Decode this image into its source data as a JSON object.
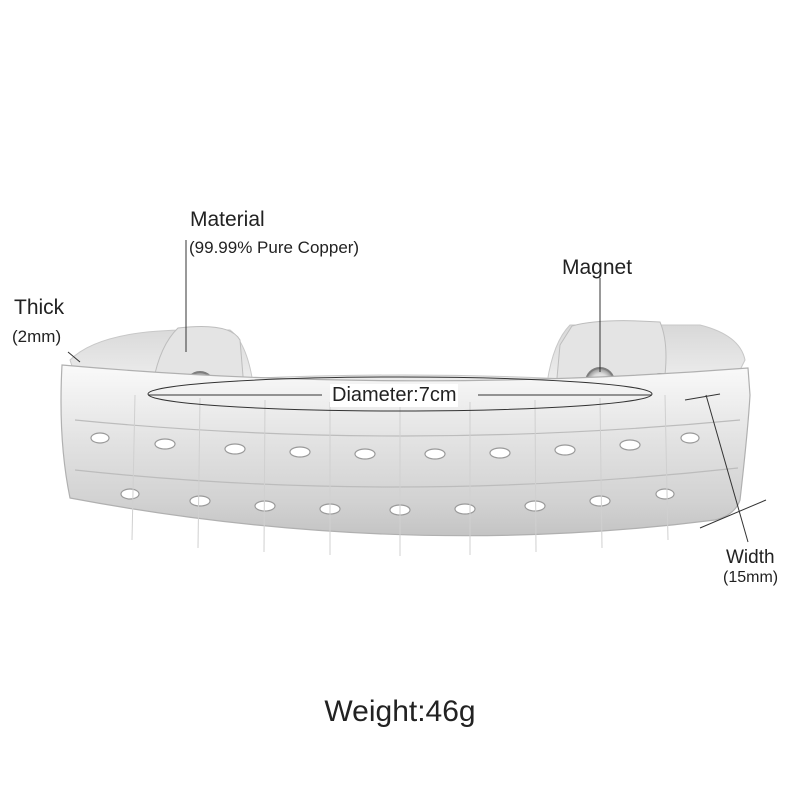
{
  "annotations": {
    "thick": {
      "title": "Thick",
      "value": "(2mm)"
    },
    "material": {
      "title": "Material",
      "value": "(99.99% Pure Copper)"
    },
    "magnet": {
      "title": "Magnet"
    },
    "diameter": {
      "label": "Diameter:7cm"
    },
    "width": {
      "title": "Width",
      "value": "(15mm)"
    }
  },
  "weight": {
    "label": "Weight:46g"
  },
  "colors": {
    "background": "#ffffff",
    "metal_light": "#f2f2f2",
    "metal_mid": "#d6d6d6",
    "metal_dark": "#a8a8a8",
    "line": "#333333"
  }
}
